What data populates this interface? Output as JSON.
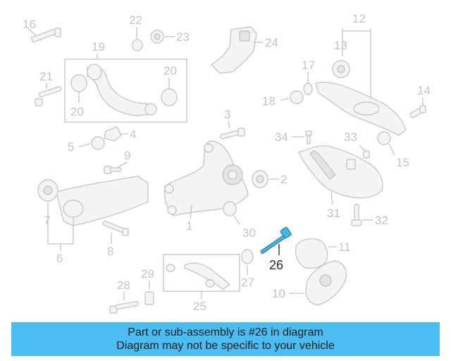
{
  "callouts": {
    "n1": "1",
    "n2": "2",
    "n3": "3",
    "n4": "4",
    "n5": "5",
    "n6": "6",
    "n7": "7",
    "n8": "8",
    "n9": "9",
    "n10": "10",
    "n11": "11",
    "n12": "12",
    "n13": "13",
    "n14": "14",
    "n15": "15",
    "n16": "16",
    "n17": "17",
    "n18": "18",
    "n19": "19",
    "n20a": "20",
    "n20b": "20",
    "n21": "21",
    "n22": "22",
    "n23": "23",
    "n24": "24",
    "n25": "25",
    "n26": "26",
    "n27": "27",
    "n28": "28",
    "n29": "29",
    "n30": "30",
    "n31": "31",
    "n32": "32",
    "n33": "33",
    "n34": "34"
  },
  "highlighted_part": "26",
  "banner": {
    "line1": "Part or sub-assembly is #26 in diagram",
    "line2": "Diagram may not be specific to your vehicle"
  },
  "colors": {
    "banner_bg": "#4bbdf2",
    "highlight": "#3fb6e8",
    "line_art": "#c8c8c8"
  }
}
